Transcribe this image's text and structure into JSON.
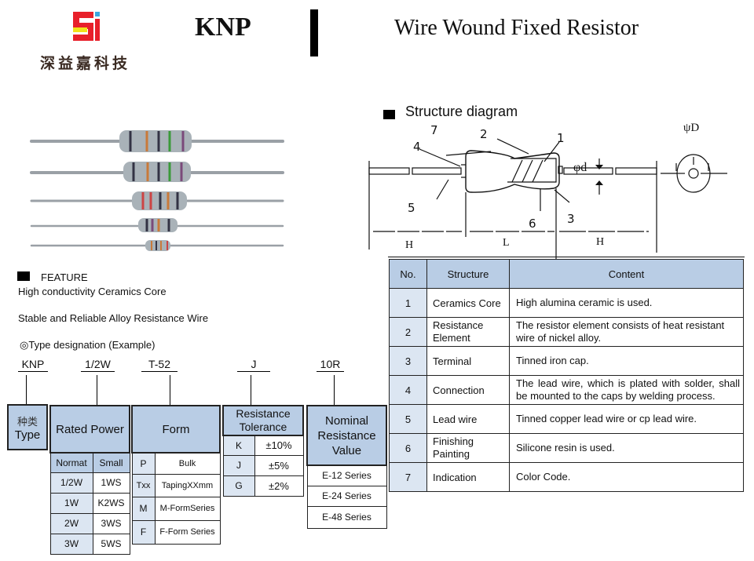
{
  "header": {
    "company_name_cn": "深益嘉科技",
    "logo_colors": {
      "red": "#e8202a",
      "yellow": "#f2e21a",
      "blue": "#3aa7e0"
    },
    "model": "KNP",
    "title": "Wire Wound Fixed Resistor"
  },
  "structure_diagram": {
    "title": "Structure diagram",
    "callouts": [
      "7",
      "2",
      "1",
      "4",
      "5",
      "6",
      "3"
    ],
    "dimension_labels": {
      "lead_length_left": "H",
      "body_length": "L",
      "lead_length_right": "H",
      "lead_diameter": "φd",
      "body_diameter": "ψD"
    }
  },
  "feature": {
    "title": "FEATURE",
    "items": [
      "High conductivity Ceramics Core",
      "Stable and Reliable Alloy Resistance Wire"
    ]
  },
  "type_designation": {
    "title": "◎Type designation (Example)",
    "codes": [
      "KNP",
      "1/2W",
      "T-52",
      "J",
      "10R"
    ],
    "type_box": {
      "cn": "种类",
      "en": "Type"
    },
    "rated_power": {
      "title": "Rated Power",
      "headers": [
        "Normat",
        "Small"
      ],
      "rows": [
        [
          "1/2W",
          "1WS"
        ],
        [
          "1W",
          "K2WS"
        ],
        [
          "2W",
          "3WS"
        ],
        [
          "3W",
          "5WS"
        ]
      ]
    },
    "form": {
      "title": "Form",
      "rows": [
        [
          "P",
          "Bulk"
        ],
        [
          "Txx",
          "TapingXXmm"
        ],
        [
          "M",
          "M-FormSeries"
        ],
        [
          "F",
          "F-Form Series"
        ]
      ]
    },
    "tolerance": {
      "title": "Resistance Tolerance",
      "rows": [
        [
          "K",
          "±10%"
        ],
        [
          "J",
          "±5%"
        ],
        [
          "G",
          "±2%"
        ]
      ]
    },
    "nominal": {
      "title": "Nominal Resistance Value",
      "rows": [
        "E-12 Series",
        "E-24 Series",
        "E-48 Series"
      ]
    }
  },
  "structure_table": {
    "headers": [
      "No.",
      "Structure",
      "Content"
    ],
    "rows": [
      {
        "no": "1",
        "structure": "Ceramics Core",
        "content": "High alumina ceramic is used."
      },
      {
        "no": "2",
        "structure": "Resistance Element",
        "content": "The resistor element consists of heat resistant wire of nickel alloy."
      },
      {
        "no": "3",
        "structure": "Terminal",
        "content": "Tinned iron cap."
      },
      {
        "no": "4",
        "structure": "Connection",
        "content": "The lead wire, which is plated with solder, shall be mounted to the caps by welding process."
      },
      {
        "no": "5",
        "structure": "Lead wire",
        "content": "Tinned copper lead wire or cp lead wire."
      },
      {
        "no": "6",
        "structure": "Finishing Painting",
        "content": "Silicone resin is used."
      },
      {
        "no": "7",
        "structure": "Indication",
        "content": "Color Code."
      }
    ]
  },
  "colors": {
    "table_header": "#b9cde5",
    "table_light": "#dce6f2"
  }
}
